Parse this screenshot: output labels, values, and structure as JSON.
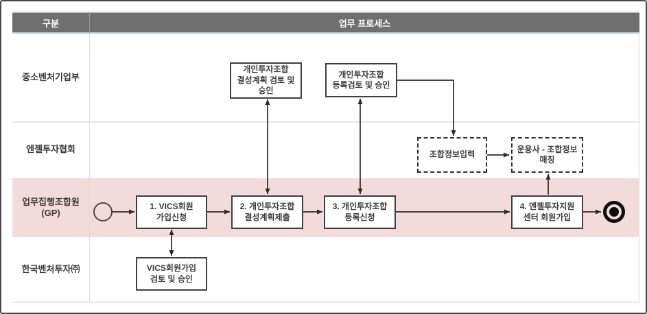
{
  "header": {
    "category_col": "구분",
    "process_col": "업무 프로세스"
  },
  "lanes": [
    {
      "label": "중소벤처기업부"
    },
    {
      "label": "엔젤투자협회"
    },
    {
      "label": "업무집행조합원\n(GP)",
      "highlighted": true
    },
    {
      "label": "한국벤처투자㈜"
    }
  ],
  "nodes": {
    "step1": {
      "label": "1. VICS회원\n가입신청",
      "lane": "업무집행조합원(GP)"
    },
    "step2": {
      "label": "2. 개인투자조합\n결성계획제출",
      "lane": "업무집행조합원(GP)"
    },
    "step3": {
      "label": "3. 개인투자조합\n등록신청",
      "lane": "업무집행조합원(GP)"
    },
    "step4": {
      "label": "4. 엔젤투자지원\n센터 회원가입",
      "lane": "업무집행조합원(GP)"
    },
    "review_plan": {
      "label": "개인투자조합\n결성계획 검토 및\n승인",
      "lane": "중소벤처기업부"
    },
    "review_reg": {
      "label": "개인투자조합\n등록검토 및 승인",
      "lane": "중소벤처기업부"
    },
    "info_input": {
      "label": "조합정보입력",
      "lane": "엔젤투자협회",
      "style": "dashed"
    },
    "matching": {
      "label": "운용사 - 조합정보\n매칭",
      "lane": "엔젤투자협회",
      "style": "dashed"
    },
    "vics_review": {
      "label": "VICS회원가입\n검토 및 승인",
      "lane": "한국벤처투자㈜"
    }
  },
  "events": {
    "start": "start-event",
    "end": "end-event"
  },
  "colors": {
    "header_bg": "#6f6f6f",
    "header_border": "#b3c7d7",
    "lane_highlight": "#f2dcdb",
    "box_border": "#3f3f3f",
    "arrow": "#2b2b2b"
  }
}
